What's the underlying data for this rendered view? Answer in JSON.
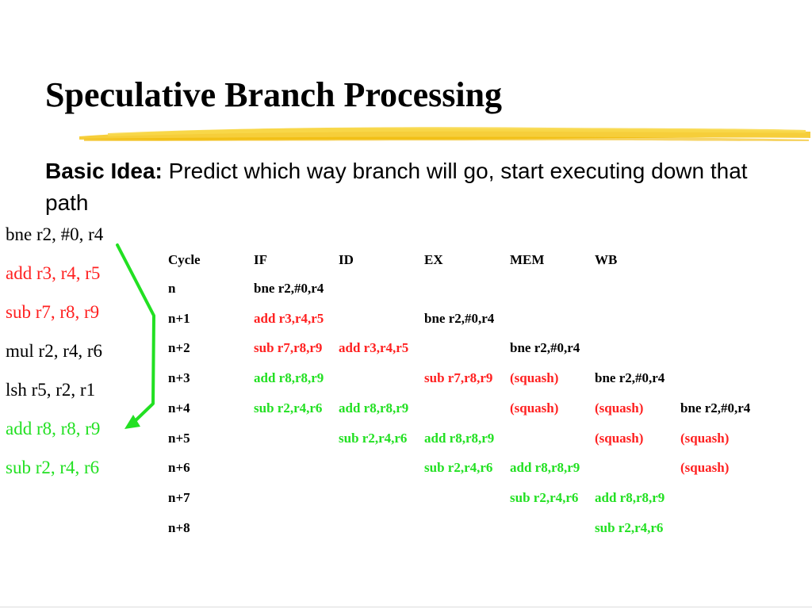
{
  "slide": {
    "title": "Speculative Branch Processing",
    "basic_label": "Basic Idea:",
    "basic_text": " Predict which way branch will go, start executing down that path"
  },
  "colors": {
    "black": "#000000",
    "red": "#ff2020",
    "green": "#22e022",
    "highlighter": "#f5c518"
  },
  "code": [
    {
      "text": "bne r2, #0, r4",
      "color": "black"
    },
    {
      "text": "add r3, r4, r5",
      "color": "red"
    },
    {
      "text": "sub r7, r8, r9",
      "color": "red"
    },
    {
      "text": "mul r2, r4, r6",
      "color": "black"
    },
    {
      "text": "lsh r5, r2, r1",
      "color": "black"
    },
    {
      "text": "add r8, r8, r9",
      "color": "green"
    },
    {
      "text": "sub r2, r4, r6",
      "color": "green"
    }
  ],
  "pipeline": {
    "headers": [
      "Cycle",
      "IF",
      "ID",
      "EX",
      "MEM",
      "WB"
    ],
    "rows": [
      {
        "cycle": "n",
        "cells": [
          {
            "col": 1,
            "text": "bne r2,#0,r4",
            "color": "black"
          }
        ]
      },
      {
        "cycle": "n+1",
        "cells": [
          {
            "col": 1,
            "text": "add r3,r4,r5",
            "color": "red"
          },
          {
            "col": 3,
            "text": "bne r2,#0,r4",
            "color": "black"
          }
        ]
      },
      {
        "cycle": "n+2",
        "cells": [
          {
            "col": 1,
            "text": "sub r7,r8,r9",
            "color": "red"
          },
          {
            "col": 2,
            "text": "add r3,r4,r5",
            "color": "red"
          },
          {
            "col": 4,
            "text": "bne r2,#0,r4",
            "color": "black"
          }
        ]
      },
      {
        "cycle": "n+3",
        "cells": [
          {
            "col": 1,
            "text": "add r8,r8,r9",
            "color": "green"
          },
          {
            "col": 3,
            "text": "sub r7,r8,r9",
            "color": "red"
          },
          {
            "col": 4,
            "text": "(squash)",
            "color": "red"
          },
          {
            "col": 5,
            "text": "bne r2,#0,r4",
            "color": "black"
          }
        ]
      },
      {
        "cycle": "n+4",
        "cells": [
          {
            "col": 1,
            "text": "sub r2,r4,r6",
            "color": "green"
          },
          {
            "col": 2,
            "text": "add r8,r8,r9",
            "color": "green"
          },
          {
            "col": 4,
            "text": "(squash)",
            "color": "red"
          },
          {
            "col": 5,
            "text": "(squash)",
            "color": "red"
          },
          {
            "col": 6,
            "text": "bne r2,#0,r4",
            "color": "black"
          }
        ]
      },
      {
        "cycle": "n+5",
        "cells": [
          {
            "col": 2,
            "text": "sub r2,r4,r6",
            "color": "green"
          },
          {
            "col": 3,
            "text": "add r8,r8,r9",
            "color": "green"
          },
          {
            "col": 5,
            "text": "(squash)",
            "color": "red"
          },
          {
            "col": 6,
            "text": "(squash)",
            "color": "red"
          }
        ]
      },
      {
        "cycle": "n+6",
        "cells": [
          {
            "col": 3,
            "text": "sub r2,r4,r6",
            "color": "green"
          },
          {
            "col": 4,
            "text": "add r8,r8,r9",
            "color": "green"
          },
          {
            "col": 6,
            "text": "(squash)",
            "color": "red"
          }
        ]
      },
      {
        "cycle": "n+7",
        "cells": [
          {
            "col": 4,
            "text": "sub r2,r4,r6",
            "color": "green"
          },
          {
            "col": 5,
            "text": "add r8,r8,r9",
            "color": "green"
          }
        ]
      },
      {
        "cycle": "n+8",
        "cells": [
          {
            "col": 5,
            "text": "sub r2,r4,r6",
            "color": "green"
          }
        ]
      }
    ]
  }
}
